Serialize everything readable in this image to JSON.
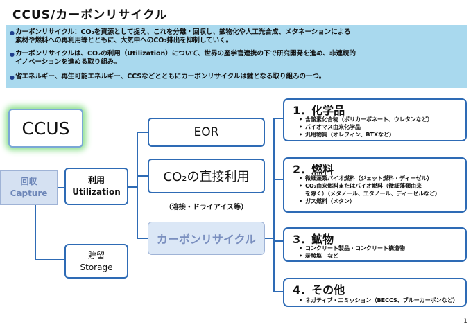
{
  "title": "CCUS/カーボンリサイクル",
  "bullets": [
    [
      "カーボンリサイクル：CO₂を資源として捉え、これを分離・回収し、鉱物化や人工光合成、メタネーションによる",
      "素材や燃料への再利用等とともに、大気中へのCO₂排出を抑制していく。"
    ],
    [
      "カーボンリサイクルは、CO₂の利用（Utilization）について、世界の産学官連携の下で研究開発を進め、非連続的",
      "イノベーションを進める取り組み。"
    ],
    [
      "省エネルギー、再生可能エネルギー、CCSなどとともにカーボンリサイクルは鍵となる取り組みの一つ。"
    ]
  ],
  "nodes": {
    "ccus": "CCUS",
    "capture_ja": "回収",
    "capture_en": "Capture",
    "util_ja": "利用",
    "util_en": "Utilization",
    "storage_ja": "貯留",
    "storage_en": "Storage",
    "eor": "EOR",
    "co2_direct": "CO₂の直接利用",
    "co2_note": "（溶接・ドライアイス等）",
    "carbon_recycle": "カーボンリサイクル"
  },
  "categories": [
    {
      "title": "1．化学品",
      "items": [
        "含酸素化合物（ポリカーボネート、ウレタンなど）",
        "バイオマス由来化学品",
        "汎用物質（オレフィン、BTXなど）"
      ]
    },
    {
      "title": "2．燃料",
      "items": [
        "微細藻類バイオ燃料（ジェット燃料・ディーゼル）",
        "CO₂由来燃料またはバイオ燃料（微細藻類由来",
        "を除く）（メタノール、エタノール、ディーゼルなど）",
        "ガス燃料（メタン）"
      ]
    },
    {
      "title": "3．鉱物",
      "items": [
        "コンクリート製品・コンクリート構造物",
        "炭酸塩　など"
      ]
    },
    {
      "title": "4．その他",
      "items": [
        "ネガティブ・エミッション（BECCS、ブルーカーボンなど）"
      ]
    }
  ],
  "page_number": "1"
}
